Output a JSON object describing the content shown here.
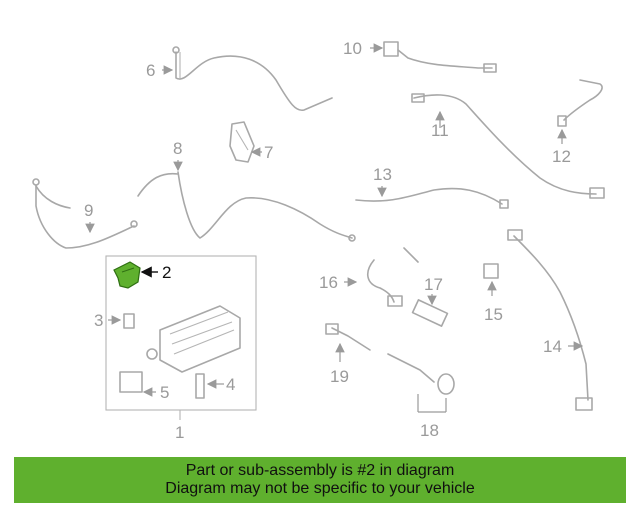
{
  "diagram": {
    "highlighted_part": "2",
    "highlight_color": "#5fb02e",
    "callouts": [
      "1",
      "2",
      "3",
      "4",
      "5",
      "6",
      "7",
      "8",
      "9",
      "10",
      "11",
      "12",
      "13",
      "14",
      "15",
      "16",
      "17",
      "18",
      "19"
    ]
  },
  "banner": {
    "line1": "Part or sub-assembly is #2 in diagram",
    "line2": "Diagram may not be specific to your vehicle",
    "background": "#5fb02e"
  }
}
